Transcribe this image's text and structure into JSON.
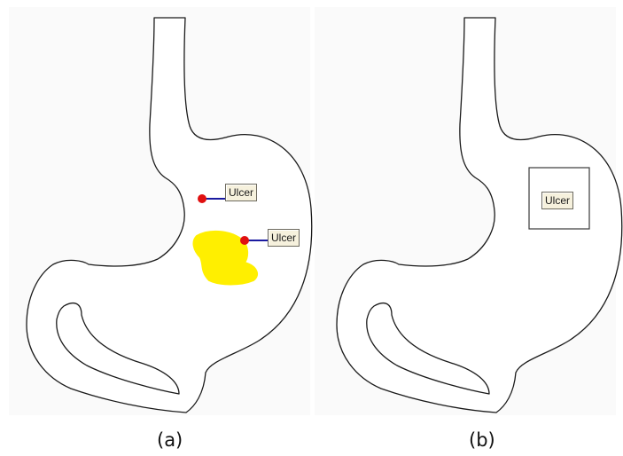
{
  "panel_a": {
    "caption": "(a)",
    "annotations": [
      {
        "label": "Ulcer"
      },
      {
        "label": "Ulcer"
      }
    ],
    "highlight_color": "#ffef00",
    "marker_color": "#e01010",
    "leader_color": "#1a1aa0"
  },
  "panel_b": {
    "caption": "(b)",
    "annotation": {
      "label": "Ulcer"
    }
  }
}
